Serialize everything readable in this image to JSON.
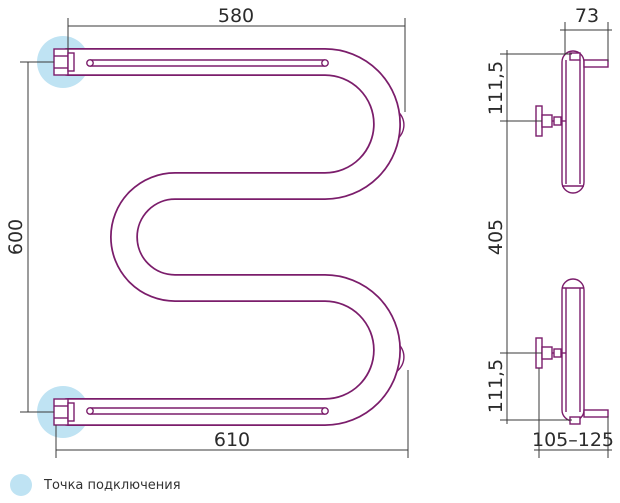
{
  "dimensions": {
    "top_width": "580",
    "bottom_width": "610",
    "height": "600",
    "depth": "73",
    "upper_offset": "111,5",
    "bracket_spacing": "405",
    "lower_offset": "111,5",
    "wall_distance": "105–125"
  },
  "legend": {
    "label": "Точка подключения"
  },
  "colors": {
    "tube": "#7b1d6b",
    "connection_point": "#bfe3f3",
    "dimension_line": "#3a3a3a"
  }
}
